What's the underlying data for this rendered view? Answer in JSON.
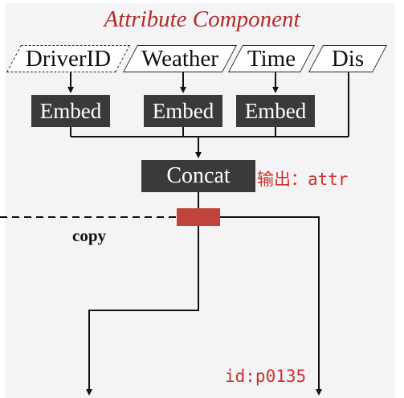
{
  "diagram": {
    "title": "Attribute Component",
    "inputs": [
      "DriverID",
      "Weather",
      "Time",
      "Dis"
    ],
    "embed_label": "Embed",
    "concat_label": "Concat",
    "output_annotation": "输出：attr",
    "copy_label": "copy",
    "id_annotation": "id:p0135"
  },
  "colors": {
    "title": "#b52b27",
    "block_fill": "#3a3a3a",
    "highlight": "#c0443c",
    "annotation": "#d0302c"
  }
}
